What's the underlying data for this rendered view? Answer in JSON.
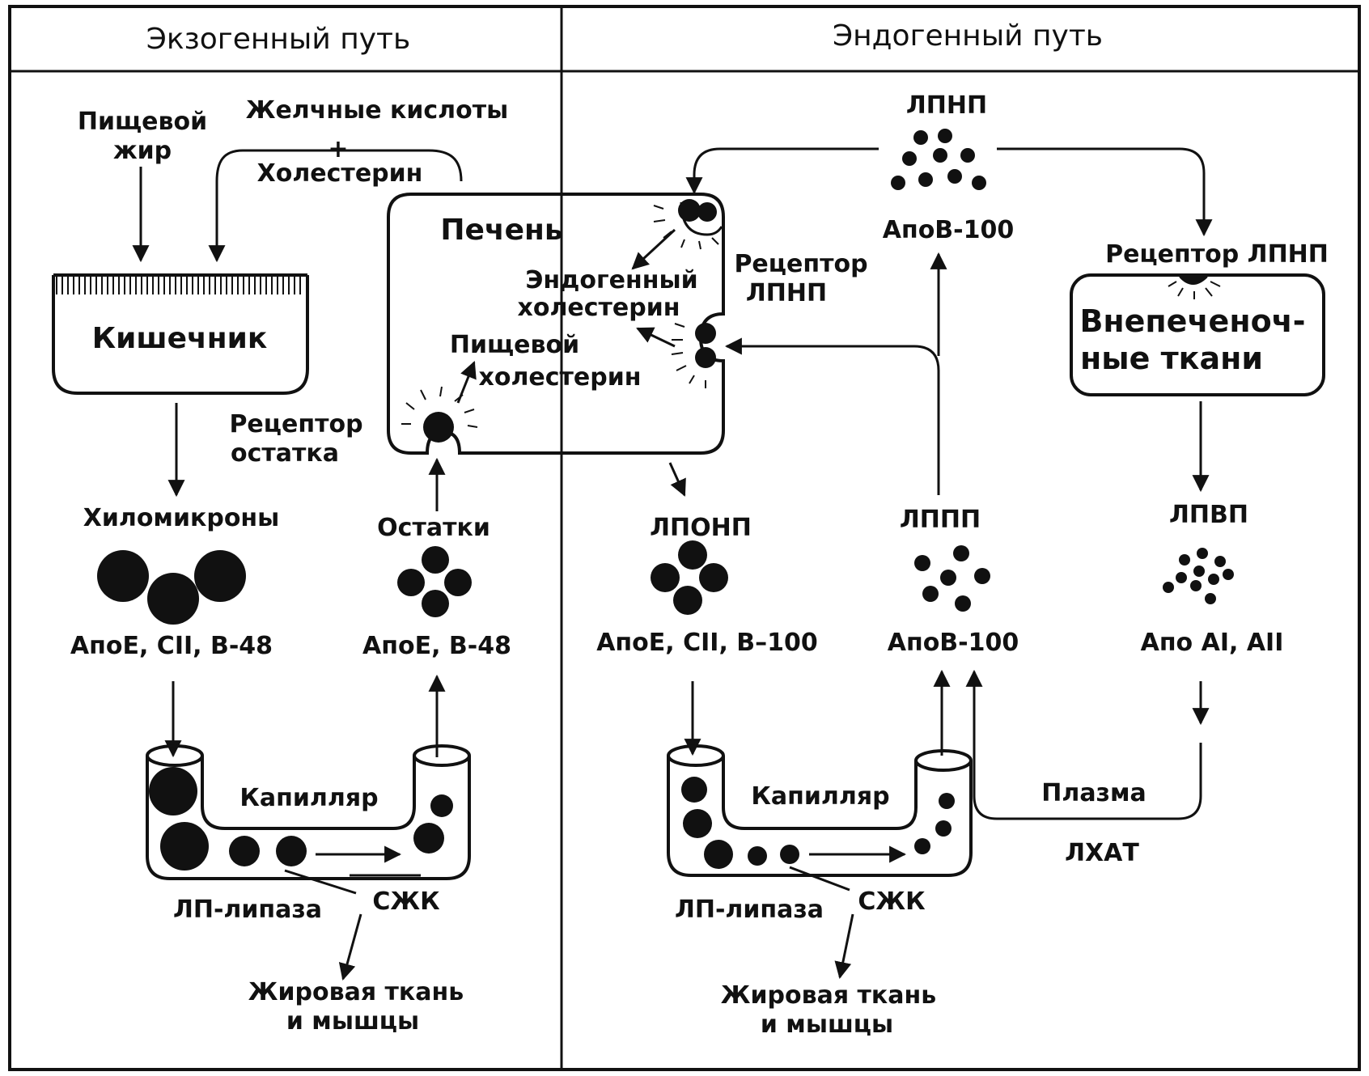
{
  "headers": {
    "exogenous": "Экзогенный путь",
    "endogenous": "Эндогенный путь"
  },
  "exogenous": {
    "dietary_fat": [
      "Пищевой",
      "жир"
    ],
    "bile_acids": "Желчные кислоты",
    "plus": "+",
    "cholesterol": "Холестерин",
    "intestine": "Кишечник",
    "remnant_receptor": [
      "Рецептор",
      "остатка"
    ],
    "chylomicrons": "Хиломикроны",
    "chylomicrons_apo": "АпоЕ, CII, B-48",
    "remnants": "Остатки",
    "remnants_apo": "АпоЕ, B-48",
    "capillary": "Капилляр",
    "lp_lipase": "ЛП-липаза",
    "ffa": "СЖК",
    "adipose": [
      "Жировая ткань",
      "и мышцы"
    ]
  },
  "liver": {
    "title": "Печень",
    "endogenous_chol": [
      "Эндогенный",
      "холестерин"
    ],
    "dietary_chol": [
      "Пищевой",
      "холестерин"
    ]
  },
  "endogenous": {
    "ldl_top": "ЛПНП",
    "ldl_top_apo": "АпоB-100",
    "ldl_receptor_liver": [
      "Рецептор",
      "ЛПНП"
    ],
    "ldl_receptor_tissue": "Рецептор ЛПНП",
    "extrahepatic": [
      "Внепеченоч-",
      "ные ткани"
    ],
    "vldl": "ЛПОНП",
    "vldl_apo": "АпоЕ, CII, B–100",
    "idl": "ЛППП",
    "idl_apo": "АпоB-100",
    "hdl": "ЛПВП",
    "hdl_apo": "Апо AI, AII",
    "capillary": "Капилляр",
    "lp_lipase": "ЛП-липаза",
    "ffa": "СЖК",
    "plasma": "Плазма",
    "lcat": "ЛХАТ",
    "adipose": [
      "Жировая ткань",
      "и мышцы"
    ]
  }
}
